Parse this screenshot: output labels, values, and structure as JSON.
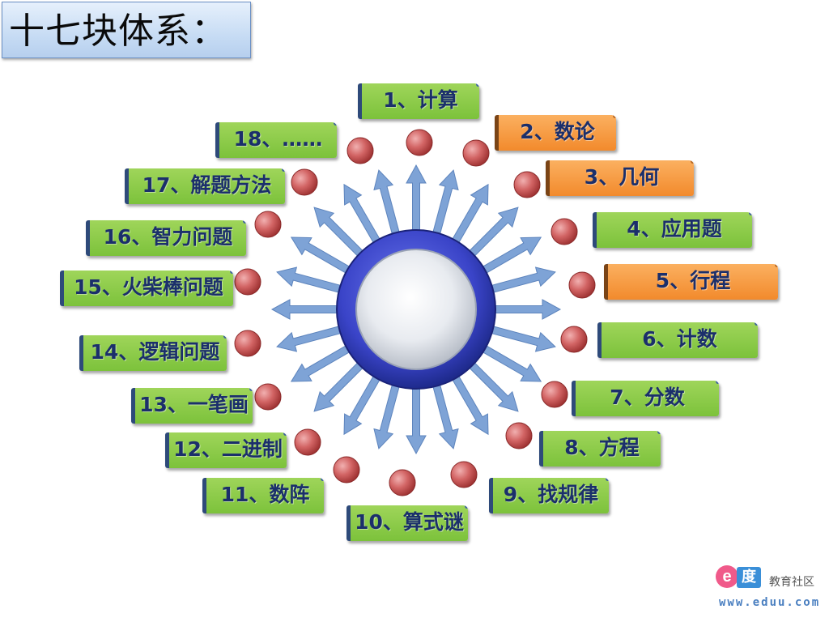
{
  "title": "十七块体系：",
  "watermark": {
    "logo_e": "e",
    "logo_du": "度",
    "text": "教育社区",
    "url": "www.eduu.com"
  },
  "colors": {
    "green": "#7cc23b",
    "orange": "#f28a2c",
    "ring": "#3a44c8",
    "arrow": "#7ea3d6",
    "dot": "#c94c4c",
    "text": "#1b2f6b"
  },
  "items": [
    {
      "label": "1、计算",
      "color": "green"
    },
    {
      "label": "2、数论",
      "color": "orange"
    },
    {
      "label": "3、几何",
      "color": "orange"
    },
    {
      "label": "4、应用题",
      "color": "green"
    },
    {
      "label": "5、行程",
      "color": "orange"
    },
    {
      "label": "6、计数",
      "color": "green"
    },
    {
      "label": "7、分数",
      "color": "green"
    },
    {
      "label": "8、方程",
      "color": "green"
    },
    {
      "label": "9、找规律",
      "color": "green"
    },
    {
      "label": "10、算式谜",
      "color": "green"
    },
    {
      "label": "11、数阵",
      "color": "green"
    },
    {
      "label": "12、二进制",
      "color": "green"
    },
    {
      "label": "13、一笔画",
      "color": "green"
    },
    {
      "label": "14、逻辑问题",
      "color": "green"
    },
    {
      "label": "15、火柴棒问题",
      "color": "green"
    },
    {
      "label": "16、智力问题",
      "color": "green"
    },
    {
      "label": "17、解题方法",
      "color": "green"
    },
    {
      "label": "18、……",
      "color": "green"
    }
  ]
}
